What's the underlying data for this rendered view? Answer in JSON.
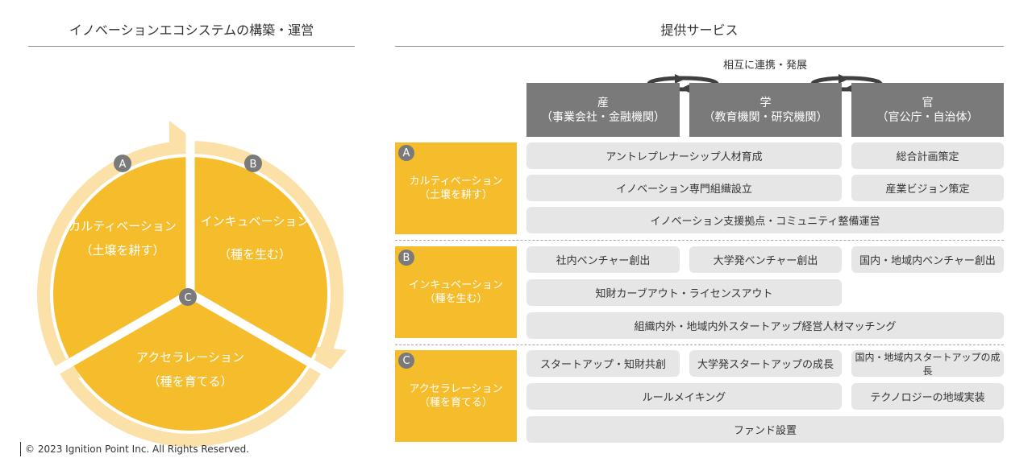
{
  "left": {
    "title": "イノベーションエコシステムの構築・運営",
    "segments": [
      {
        "badge": "A",
        "line1": "カルティベーション",
        "line2": "（土壌を耕す）"
      },
      {
        "badge": "B",
        "line1": "インキュベーション",
        "line2": "（種を生む）"
      },
      {
        "badge": "C",
        "line1": "アクセラレーション",
        "line2": "（種を育てる）"
      }
    ]
  },
  "right": {
    "title": "提供サービス",
    "mutual": "相互に連携・発展",
    "headers": [
      {
        "name": "産",
        "sub": "（事業会社・金融機関）"
      },
      {
        "name": "学",
        "sub": "（教育機関・研究機関）"
      },
      {
        "name": "官",
        "sub": "（官公庁・自治体）"
      }
    ],
    "rows": [
      {
        "badge": "A",
        "line1": "カルティベーション",
        "line2": "（土壌を耕す）",
        "items": [
          "アントレプレナーシップ人材育成",
          "総合計画策定",
          "イノベーション専門組織設立",
          "産業ビジョン策定",
          "イノベーション支援拠点・コミュニティ整備運営"
        ]
      },
      {
        "badge": "B",
        "line1": "インキュベーション",
        "line2": "（種を生む）",
        "items": [
          "社内ベンチャー創出",
          "大学発ベンチャー創出",
          "国内・地域内ベンチャー創出",
          "知財カーブアウト・ライセンスアウト",
          "組織内外・地域内外スタートアップ経営人材マッチング"
        ]
      },
      {
        "badge": "C",
        "line1": "アクセラレーション",
        "line2": "（種を育てる）",
        "items": [
          "スタートアップ・知財共創",
          "大学発スタートアップの成長",
          "国内・地域内スタートアップの成長",
          "ルールメイキング",
          "テクノロジーの地域実装",
          "ファンド設置"
        ]
      }
    ]
  },
  "copyright": "© 2023 Ignition Point Inc. All Rights Reserved.",
  "colors": {
    "accent": "#f5bd2c",
    "ring": "#fbe0a8",
    "header_bg": "#7a7a7a",
    "cell_bg": "#e6e6e6"
  }
}
